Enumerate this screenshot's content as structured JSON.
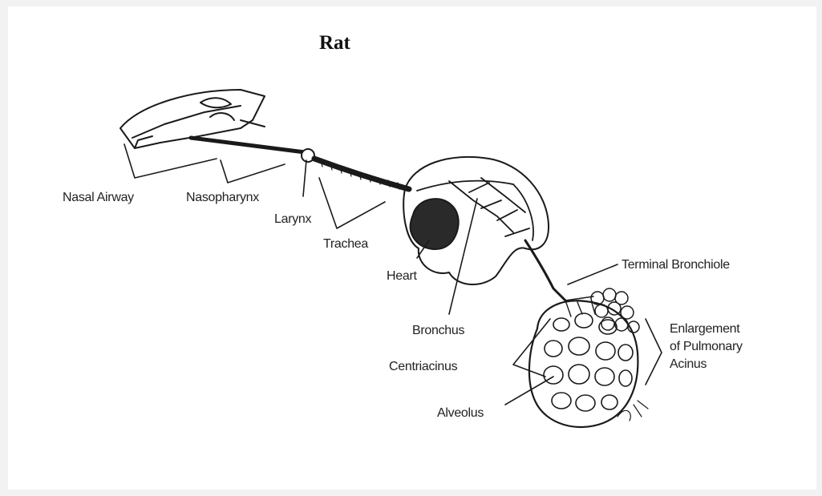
{
  "title": "Rat",
  "labels": {
    "nasal_airway": "Nasal Airway",
    "nasopharynx": "Nasopharynx",
    "larynx": "Larynx",
    "trachea": "Trachea",
    "heart": "Heart",
    "bronchus": "Bronchus",
    "centriacinus": "Centriacinus",
    "alveolus": "Alveolus",
    "terminal_bronchiole": "Terminal Bronchiole",
    "enlargement_line1": "Enlargement",
    "enlargement_line2": "of Pulmonary",
    "enlargement_line3": "Acinus"
  },
  "colors": {
    "ink": "#1a1a1a",
    "heart": "#2a2a2a",
    "paper": "#ffffff",
    "frame": "#f2f2f2"
  }
}
